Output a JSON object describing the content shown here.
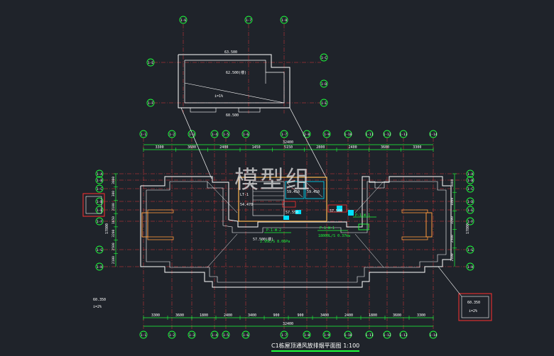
{
  "drawing": {
    "title": "C1栋屋顶通风放排烟平面图 1:100",
    "watermark": "模型组"
  },
  "top_axes": [
    "1-1",
    "1-2",
    "1-3",
    "1-4",
    "1-5",
    "1-6",
    "1-7",
    "1-8",
    "1-9",
    "1-10",
    "1-11",
    "1-12",
    "1-13",
    "1-14"
  ],
  "top_dims": [
    "3300",
    "3600",
    "2400",
    "1450",
    "5150",
    "2800",
    "2400",
    "3600",
    "3300"
  ],
  "overall_dim": "32400",
  "bottom_dims": [
    "3300",
    "3600",
    "1800",
    "2400",
    "3400",
    "900",
    "900",
    "3400",
    "2400",
    "1800",
    "3600",
    "3300"
  ],
  "left_axes": [
    "1-A",
    "1-B",
    "1-C",
    "1-D",
    "1-E",
    "1-F",
    "1-G",
    "1-H"
  ],
  "left_dims": [
    "3000",
    "300",
    "2100",
    "1650",
    "3200",
    "2500",
    "2100"
  ],
  "left_total": "17800",
  "right_dims": [
    "3000",
    "1000",
    "3200",
    "2500",
    "2100"
  ],
  "right_total": "17800",
  "detail": {
    "axes_top": [
      "1-6",
      "1-8"
    ],
    "axes_left": [
      "1-E",
      "1-F"
    ],
    "axes_right": [
      "1-C",
      "1-D",
      "1-E"
    ],
    "elev_main": "62.500(楼)",
    "elev_top": "63.500",
    "elev_bot": "60.500",
    "slope": "i=1%"
  },
  "labels": {
    "lt": "LT-1",
    "elev_left": "54.470",
    "elev_mid1": "59.450",
    "elev_mid2": "59.450",
    "elev_mid3": "57.550",
    "elev_mid4": "57.500",
    "elev_main": "57.500(楼)",
    "fan1": "P-1-W-2",
    "fan1_note": "2.95L/S  8.06Pa",
    "fan2": "P-1-W-1",
    "fan2_note": "18000L/S  0.37kw",
    "fan3": "P-1-W-1",
    "left_box": "60.350",
    "left_box2": "i=2%",
    "right_box": "60.350",
    "right_box2": "i=2%"
  }
}
